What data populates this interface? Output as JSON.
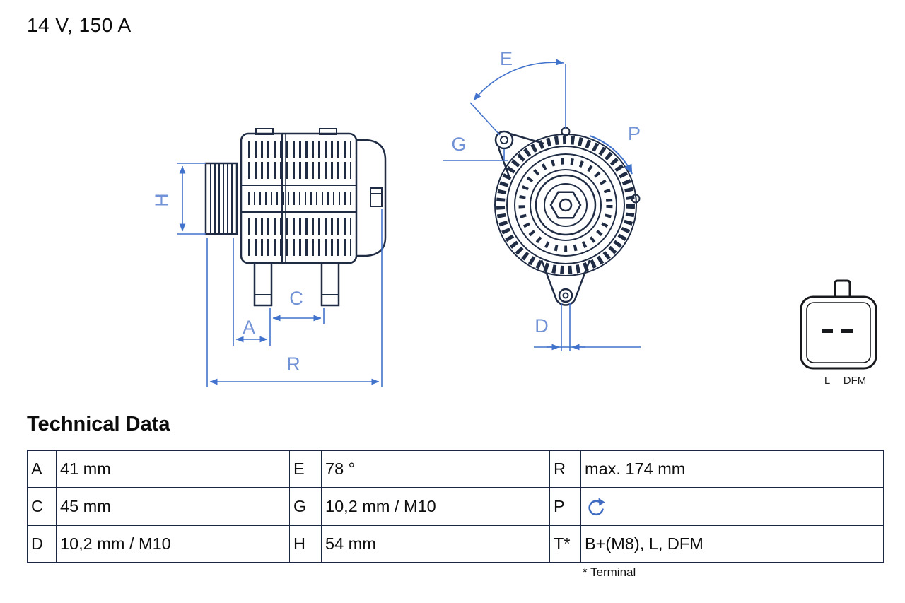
{
  "page": {
    "title": "14 V, 150 A"
  },
  "diagram": {
    "dimension_labels": {
      "H": "H",
      "A": "A",
      "C": "C",
      "R": "R",
      "E": "E",
      "G": "G",
      "P": "P",
      "D": "D"
    },
    "connector": {
      "pin_left_label": "L",
      "pin_right_label": "DFM"
    }
  },
  "table": {
    "title": "Technical Data",
    "footnote": "* Terminal",
    "rows": [
      [
        {
          "key": "A",
          "value": "41 mm"
        },
        {
          "key": "E",
          "value": "78 °"
        },
        {
          "key": "R",
          "value": "max. 174 mm"
        }
      ],
      [
        {
          "key": "C",
          "value": "45 mm"
        },
        {
          "key": "G",
          "value": "10,2 mm / M10"
        },
        {
          "key": "P",
          "value": "",
          "icon": "rotation-clockwise-icon"
        }
      ],
      [
        {
          "key": "D",
          "value": "10,2 mm / M10"
        },
        {
          "key": "H",
          "value": "54 mm"
        },
        {
          "key": "T*",
          "value": "B+(M8), L, DFM"
        }
      ]
    ]
  },
  "colors": {
    "drawing_stroke": "#1f2c44",
    "dimension_line": "#4273cc",
    "dimension_label": "#7292d6",
    "text": "#111111",
    "table_border": "#1b2742"
  }
}
